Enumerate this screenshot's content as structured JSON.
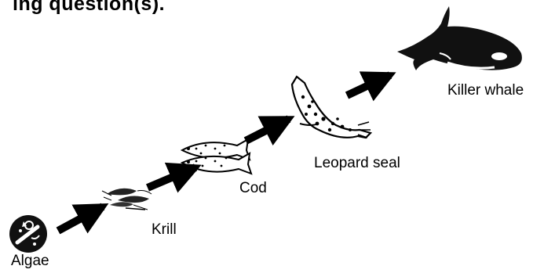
{
  "header": {
    "text": "ing question(s)."
  },
  "food_chain": {
    "organisms": [
      {
        "id": "algae",
        "label": "Algae",
        "icon": "algae-icon"
      },
      {
        "id": "krill",
        "label": "Krill",
        "icon": "krill-icon"
      },
      {
        "id": "cod",
        "label": "Cod",
        "icon": "cod-icon"
      },
      {
        "id": "leopard_seal",
        "label": "Leopard seal",
        "icon": "leopard-seal-icon"
      },
      {
        "id": "killer_whale",
        "label": "Killer whale",
        "icon": "killer-whale-icon"
      }
    ],
    "arrows": [
      {
        "from": "algae",
        "to": "krill"
      },
      {
        "from": "krill",
        "to": "cod"
      },
      {
        "from": "cod",
        "to": "leopard_seal"
      },
      {
        "from": "leopard_seal",
        "to": "killer_whale"
      }
    ]
  }
}
